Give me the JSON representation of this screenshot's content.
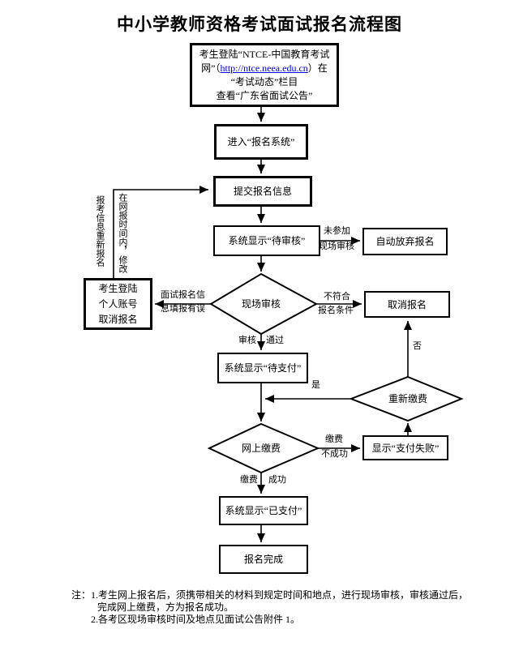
{
  "title": "中小学教师资格考试面试报名流程图",
  "colors": {
    "ink": "#000000",
    "link": "#0000cc",
    "background": "#ffffff"
  },
  "nodes": {
    "visit": {
      "l1": "考生登陆“NTCE-中国教育考试",
      "l2_pre": "网”（",
      "l2_link": "http://ntce.neea.edu.cn",
      "l2_post": "）在",
      "l3": "“考试动态”栏目",
      "l4": "查看“广东省面试公告”"
    },
    "enter_system": "进入“报名系统”",
    "submit_info": "提交报名信息",
    "pending_review": "系统显示“待审核”",
    "auto_abandon": "自动放弃报名",
    "onsite_review": "现场审核",
    "cancel_registration": "取消报名",
    "login_cancel": {
      "l1": "考生登陆",
      "l2": "个人账号",
      "l3": "取消报名"
    },
    "pending_payment": "系统显示“待支付”",
    "repay": "重新缴费",
    "online_payment": "网上缴费",
    "payment_failed": "显示“支付失败”",
    "paid": "系统显示“已支付”",
    "complete": "报名完成"
  },
  "edges": {
    "no_onsite": {
      "l1": "未参加",
      "l2": "现场审核"
    },
    "not_qualified": {
      "l1": "不符合",
      "l2": "报名条件"
    },
    "info_error": {
      "l1": "面试报名信",
      "l2": "息填报有误"
    },
    "review_pass": {
      "left": "审核",
      "right": "通过"
    },
    "yes": "是",
    "no": "否",
    "pay_fail": {
      "l1": "缴费",
      "l2": "不成功"
    },
    "pay_success": {
      "left": "缴费",
      "right": "成功"
    },
    "reregister": {
      "col_right": "在网报时间内，修改",
      "col_left": "报考信息重新报名"
    }
  },
  "notes": {
    "label": "注：",
    "l1": "1.考生网上报名后，须携带相关的材料到规定时间和地点，进行现场审核，审核通过后，",
    "l2": "完成网上缴费，方为报名成功。",
    "l3": "2.各考区现场审核时间及地点见面试公告附件 1。"
  }
}
